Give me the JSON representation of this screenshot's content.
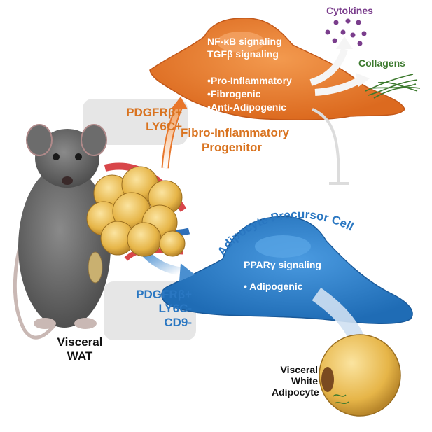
{
  "fip_cell": {
    "signals": [
      "NF-κB signaling",
      "TGFβ signaling"
    ],
    "traits": [
      "•Pro-Inflammatory",
      "•Fibrogenic",
      "•Anti-Adipogenic"
    ],
    "name": [
      "Fibro-Inflammatory",
      "Progenitor"
    ],
    "markers": [
      "PDGFRβ+",
      "LY6C+"
    ]
  },
  "apc_cell": {
    "name": "Adipocyte Precursor Cell",
    "signal": "PPARγ signaling",
    "trait": "• Adipogenic",
    "markers": [
      "PDGFRβ+",
      "LY6C-",
      "CD9-"
    ]
  },
  "outputs": {
    "cytokines": "Cytokines",
    "collagens": "Collagens"
  },
  "mouse_label": [
    "Visceral",
    "WAT"
  ],
  "adipocyte_label": [
    "Visceral",
    "White",
    "Adipocyte"
  ],
  "colors": {
    "fip_orange": "#e8762b",
    "fip_text": "#d9731f",
    "apc_blue": "#2f7fc7",
    "apc_text": "#2a77c2",
    "cytokine_purple": "#7a3d8c",
    "collagen_green": "#3d7a2f",
    "fat_yellow": "#e8b84a",
    "marker_box": "#e6e6e6"
  }
}
